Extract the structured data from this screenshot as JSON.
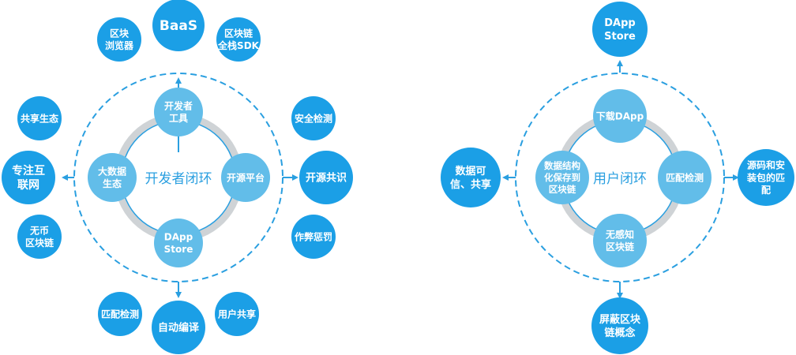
{
  "colors": {
    "outer": "#1b9fe6",
    "inner": "#62bde9",
    "ring": "#cfd3d6",
    "dash": "#2a9fe0"
  },
  "left": {
    "title": "开发者闭环",
    "inner": [
      [
        "开发者",
        "工具"
      ],
      [
        "大数据",
        "生态"
      ],
      [
        "开源平台"
      ],
      [
        "DApp",
        "Store"
      ]
    ],
    "outer": [
      [
        "BaaS"
      ],
      [
        "区块",
        "浏览器"
      ],
      [
        "区块链",
        "全栈SDK"
      ],
      [
        "共享生态"
      ],
      [
        "专注互",
        "联网"
      ],
      [
        "无币",
        "区块链"
      ],
      [
        "安全检测"
      ],
      [
        "开源共识"
      ],
      [
        "作弊惩罚"
      ],
      [
        "匹配检测"
      ],
      [
        "自动编译"
      ],
      [
        "用户共享"
      ]
    ]
  },
  "right": {
    "title": "用户闭环",
    "inner": [
      [
        "下载DApp"
      ],
      [
        "数据结构",
        "化保存到",
        "区块链"
      ],
      [
        "匹配检测"
      ],
      [
        "无感知",
        "区块链"
      ]
    ],
    "outer": [
      [
        "DApp",
        "Store"
      ],
      [
        "数据可",
        "信、共享"
      ],
      [
        "源码和安",
        "装包的匹",
        "配"
      ],
      [
        "屏蔽区块",
        "链概念"
      ]
    ]
  }
}
